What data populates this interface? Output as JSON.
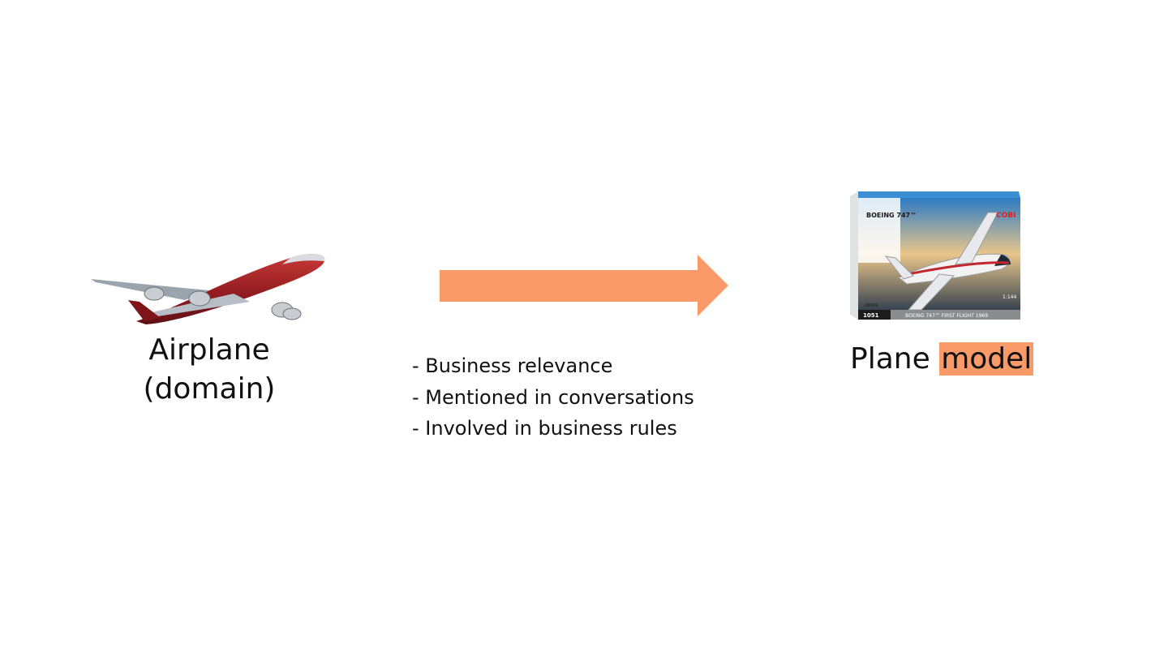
{
  "colors": {
    "arrow": "#f99a68",
    "highlight": "#f99a68",
    "airplane_body": "#9b1e24",
    "text": "#111111"
  },
  "left": {
    "image_icon": "airplane-icon",
    "caption_line1": "Airplane",
    "caption_line2": "(domain)"
  },
  "arrow": {
    "icon": "right-arrow-icon"
  },
  "criteria": [
    "- Business relevance",
    "- Mentioned in conversations",
    "- Involved in business rules"
  ],
  "right": {
    "image_icon": "model-kit-box-icon",
    "box_text": {
      "title": "BOEING 747™",
      "brand": "COBI",
      "scale": "1:144",
      "pieces": "1051",
      "article": "26609",
      "banner": "BOEING 747™ FIRST FLIGHT 1969"
    },
    "caption_word1": "Plane",
    "caption_word2": "model"
  }
}
